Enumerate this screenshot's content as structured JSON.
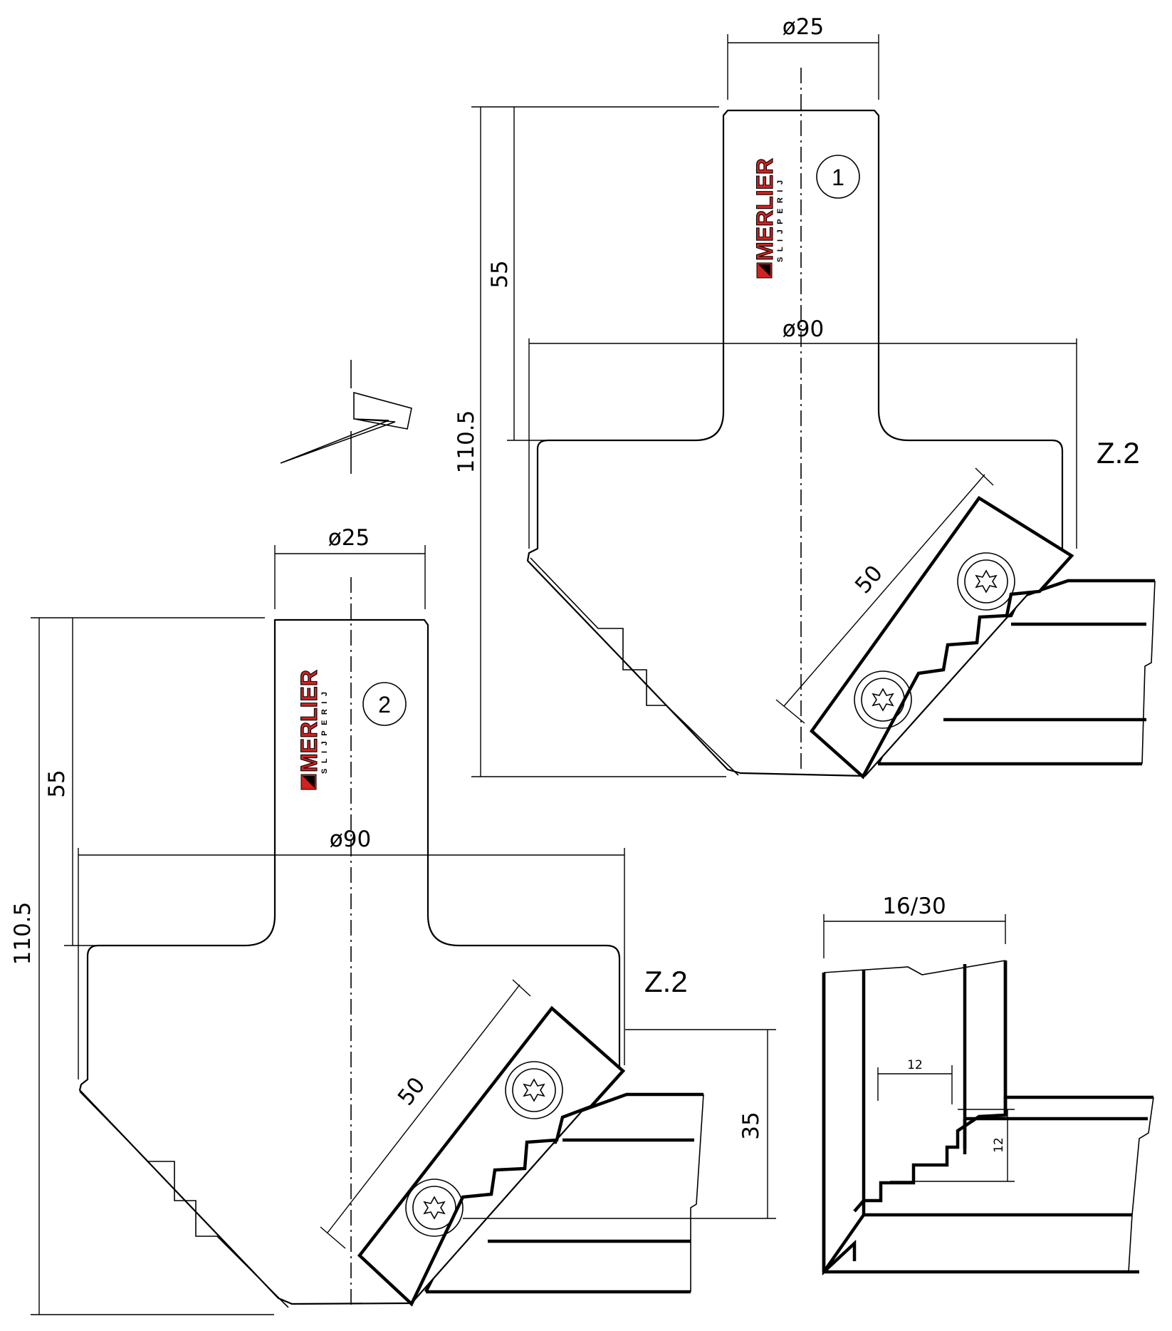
{
  "logo": {
    "brand": "MERLIER",
    "subtitle": "SLIJPERIJ",
    "accent": "#d42020"
  },
  "tool1": {
    "position_number": "1",
    "shank_diameter": "ø25",
    "body_diameter": "ø90",
    "shank_length": "55",
    "total_length": "110.5",
    "knife_length": "50",
    "teeth": "Z.2"
  },
  "tool2": {
    "position_number": "2",
    "shank_diameter": "ø25",
    "body_diameter": "ø90",
    "shank_length": "55",
    "total_length": "110.5",
    "knife_length": "50",
    "teeth": "Z.2",
    "profile_height": "35"
  },
  "profile_detail": {
    "width_range": "16/30",
    "step_width": "12",
    "step_height": "12"
  },
  "icons": [
    "rotation-direction-icon",
    "torx-screw-icon"
  ],
  "colors": {
    "line": "#000000",
    "background": "#ffffff",
    "logo_red": "#d42020"
  }
}
